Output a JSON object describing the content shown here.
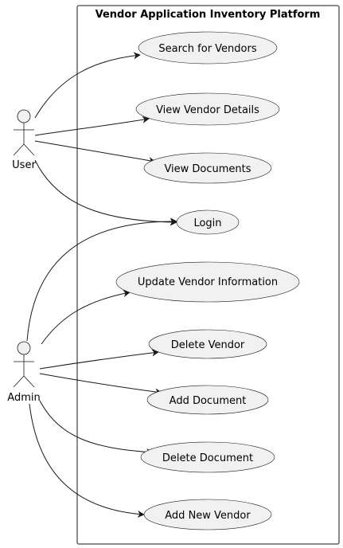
{
  "system": {
    "title": "Vendor Application Inventory Platform"
  },
  "actors": [
    {
      "id": "user",
      "label": "User"
    },
    {
      "id": "admin",
      "label": "Admin"
    }
  ],
  "use_cases": [
    {
      "id": "search_vendors",
      "label": "Search for Vendors"
    },
    {
      "id": "view_vendor_details",
      "label": "View Vendor Details"
    },
    {
      "id": "view_documents",
      "label": "View Documents"
    },
    {
      "id": "login",
      "label": "Login"
    },
    {
      "id": "update_vendor_info",
      "label": "Update Vendor Information"
    },
    {
      "id": "delete_vendor",
      "label": "Delete Vendor"
    },
    {
      "id": "add_document",
      "label": "Add Document"
    },
    {
      "id": "delete_document",
      "label": "Delete Document"
    },
    {
      "id": "add_new_vendor",
      "label": "Add New Vendor"
    }
  ],
  "associations": [
    {
      "from": "user",
      "to": "search_vendors"
    },
    {
      "from": "user",
      "to": "view_vendor_details"
    },
    {
      "from": "user",
      "to": "view_documents"
    },
    {
      "from": "user",
      "to": "login"
    },
    {
      "from": "admin",
      "to": "login"
    },
    {
      "from": "admin",
      "to": "update_vendor_info"
    },
    {
      "from": "admin",
      "to": "delete_vendor"
    },
    {
      "from": "admin",
      "to": "add_document"
    },
    {
      "from": "admin",
      "to": "delete_document"
    },
    {
      "from": "admin",
      "to": "add_new_vendor"
    }
  ]
}
